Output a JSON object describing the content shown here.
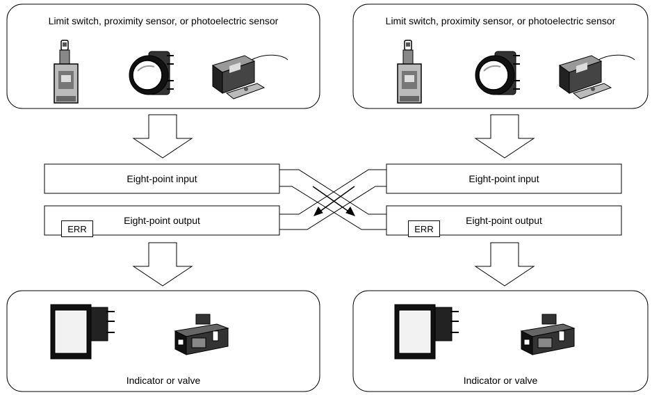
{
  "left_unit": {
    "sensor_panel_label": "Limit switch, proximity sensor, or photoelectric sensor",
    "input_label": "Eight-point input",
    "output_label": "Eight-point output",
    "err_label": "ERR",
    "actuator_panel_label": "Indicator or valve",
    "sensor_icons": [
      "limit-switch-icon",
      "proximity-sensor-icon",
      "photoelectric-sensor-icon"
    ],
    "actuator_icons": [
      "indicator-lamp-icon",
      "solenoid-valve-icon"
    ]
  },
  "right_unit": {
    "sensor_panel_label": "Limit switch, proximity sensor, or photoelectric sensor",
    "input_label": "Eight-point input",
    "output_label": "Eight-point output",
    "err_label": "ERR",
    "actuator_panel_label": "Indicator or valve",
    "sensor_icons": [
      "limit-switch-icon",
      "proximity-sensor-icon",
      "photoelectric-sensor-icon"
    ],
    "actuator_icons": [
      "indicator-lamp-icon",
      "solenoid-valve-icon"
    ]
  }
}
